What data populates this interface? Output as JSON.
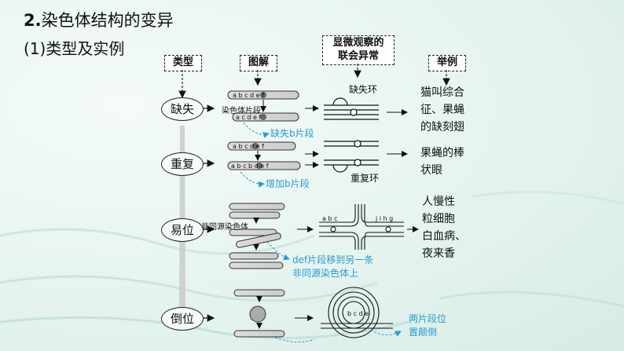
{
  "title": {
    "num": "2.",
    "text": "染色体结构的变异"
  },
  "subtitle": "(1)类型及实例",
  "headers": {
    "type": "类型",
    "diagram": "图解",
    "micro_line1": "显微观察的",
    "micro_line2": "联会异常",
    "example": "举例"
  },
  "rows": [
    {
      "type": "缺失",
      "note": "缺失b片段",
      "label": "染色体片段",
      "micro": "缺失环",
      "example_lines": [
        "猫叫综合",
        "征、果蝇",
        "的缺刻翅"
      ]
    },
    {
      "type": "重复",
      "note": "增加b片段",
      "micro": "重复环",
      "example_lines": [
        "果蝇的棒",
        "状眼"
      ]
    },
    {
      "type": "易位",
      "label": "非同源染色体",
      "note_lines": [
        "def片段移到另一条",
        "非同源染色体上"
      ],
      "example_lines": [
        "人慢性",
        "粒细胞",
        "白血病、",
        "夜来香"
      ]
    },
    {
      "type": "倒位",
      "note_lines": [
        "两片段位",
        "置颠倒"
      ]
    }
  ],
  "colors": {
    "accent": "#2a9bd6",
    "ink": "#111111"
  }
}
